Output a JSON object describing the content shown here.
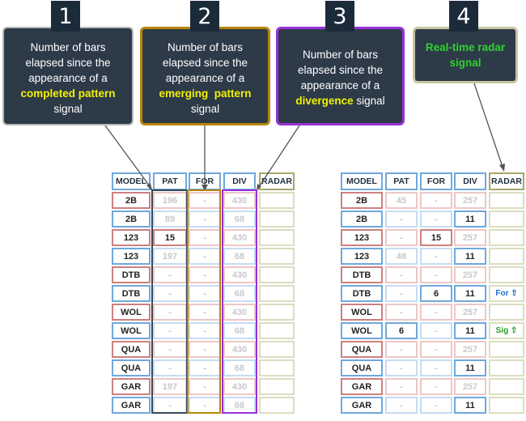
{
  "badges": [
    "1",
    "2",
    "3",
    "4"
  ],
  "callouts": [
    {
      "pre": "Number of bars elapsed since the appearance of a",
      "highlight": "completed pattern",
      "post": "signal"
    },
    {
      "pre": "Number of bars elapsed since the appearance of a",
      "highlight": "emerging  pattern",
      "post": "signal"
    },
    {
      "pre": "Number of bars elapsed since the appearance of a",
      "highlight": "divergence",
      "post": "signal"
    },
    {
      "pre": "",
      "highlight": "Real-time radar signal",
      "post": ""
    }
  ],
  "colors": {
    "callout_bg": "#2d3a48",
    "badge_bg": "#1c2b3a",
    "highlight_yellow": "#f2f200",
    "highlight_green": "#2ed22e",
    "pat_frame": "#1f2f3f",
    "for_frame": "#b8860b",
    "div_frame": "#9b30d9",
    "radar_frame": "#a9a66a",
    "radar_for": "#1f6fd0",
    "radar_sig": "#2a9a2a"
  },
  "table_headers": [
    "MODEL",
    "PAT",
    "FOR",
    "DIV",
    "RADAR"
  ],
  "left_table": {
    "rows": [
      {
        "model": "2B",
        "pat": "196",
        "for": "-",
        "div": "430",
        "radar": ""
      },
      {
        "model": "2B",
        "pat": "89",
        "for": "-",
        "div": "68",
        "radar": ""
      },
      {
        "model": "123",
        "pat": "15",
        "for": "-",
        "div": "430",
        "radar": ""
      },
      {
        "model": "123",
        "pat": "197",
        "for": "-",
        "div": "68",
        "radar": ""
      },
      {
        "model": "DTB",
        "pat": "-",
        "for": "-",
        "div": "430",
        "radar": ""
      },
      {
        "model": "DTB",
        "pat": "-",
        "for": "-",
        "div": "68",
        "radar": ""
      },
      {
        "model": "WOL",
        "pat": "-",
        "for": "-",
        "div": "430",
        "radar": ""
      },
      {
        "model": "WOL",
        "pat": "-",
        "for": "-",
        "div": "68",
        "radar": ""
      },
      {
        "model": "QUA",
        "pat": "-",
        "for": "-",
        "div": "430",
        "radar": ""
      },
      {
        "model": "QUA",
        "pat": "-",
        "for": "-",
        "div": "68",
        "radar": ""
      },
      {
        "model": "GAR",
        "pat": "197",
        "for": "-",
        "div": "430",
        "radar": ""
      },
      {
        "model": "GAR",
        "pat": "-",
        "for": "-",
        "div": "68",
        "radar": ""
      }
    ]
  },
  "right_table": {
    "rows": [
      {
        "model": "2B",
        "pat": "45",
        "for": "-",
        "div": "257",
        "radar": ""
      },
      {
        "model": "2B",
        "pat": "-",
        "for": "-",
        "div": "11",
        "radar": ""
      },
      {
        "model": "123",
        "pat": "-",
        "for": "15",
        "div": "257",
        "radar": ""
      },
      {
        "model": "123",
        "pat": "48",
        "for": "-",
        "div": "11",
        "radar": ""
      },
      {
        "model": "DTB",
        "pat": "-",
        "for": "-",
        "div": "257",
        "radar": ""
      },
      {
        "model": "DTB",
        "pat": "-",
        "for": "6",
        "div": "11",
        "radar": "For ⇧"
      },
      {
        "model": "WOL",
        "pat": "-",
        "for": "-",
        "div": "257",
        "radar": ""
      },
      {
        "model": "WOL",
        "pat": "6",
        "for": "-",
        "div": "11",
        "radar": "Sig ⇧"
      },
      {
        "model": "QUA",
        "pat": "-",
        "for": "-",
        "div": "257",
        "radar": ""
      },
      {
        "model": "QUA",
        "pat": "-",
        "for": "-",
        "div": "11",
        "radar": ""
      },
      {
        "model": "GAR",
        "pat": "-",
        "for": "-",
        "div": "257",
        "radar": ""
      },
      {
        "model": "GAR",
        "pat": "-",
        "for": "-",
        "div": "11",
        "radar": ""
      }
    ]
  }
}
